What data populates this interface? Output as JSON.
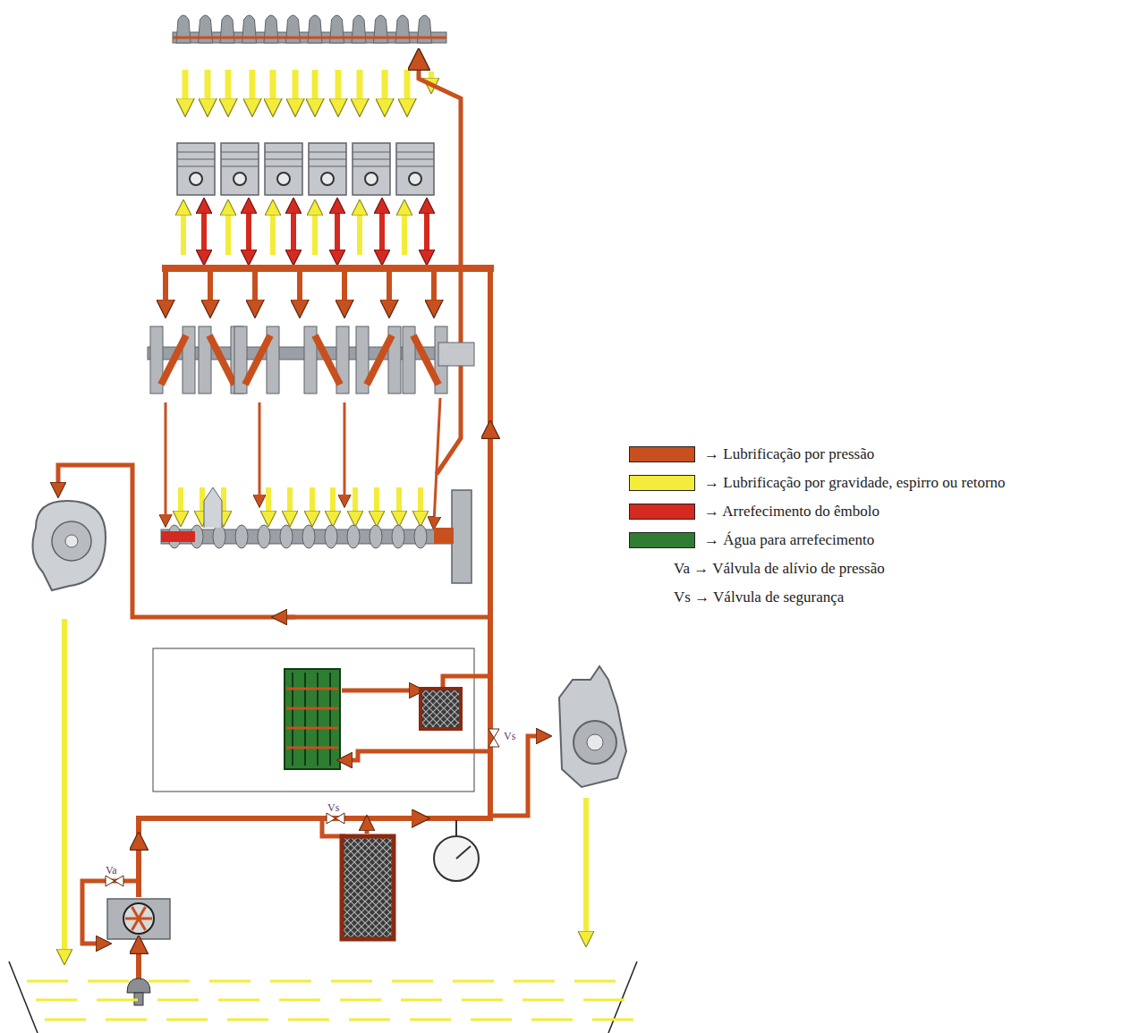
{
  "diagram": {
    "labels": [
      "Vs",
      "Vs",
      "Va"
    ],
    "legend": [
      {
        "text": "→ Lubrificação por pressão",
        "color": "#c8501e"
      },
      {
        "text": "→ Lubrificação por gravidade, espirro ou retorno",
        "color": "#f3ec3a"
      },
      {
        "text": "→ Arrefecimento do êmbolo",
        "color": "#d42a20"
      },
      {
        "text": "→ Água para arrefecimento",
        "color": "#2e7d32"
      },
      {
        "text": "Va → Válvula de alívio de pressão"
      },
      {
        "text": "Vs → Válvula de segurança"
      }
    ]
  }
}
